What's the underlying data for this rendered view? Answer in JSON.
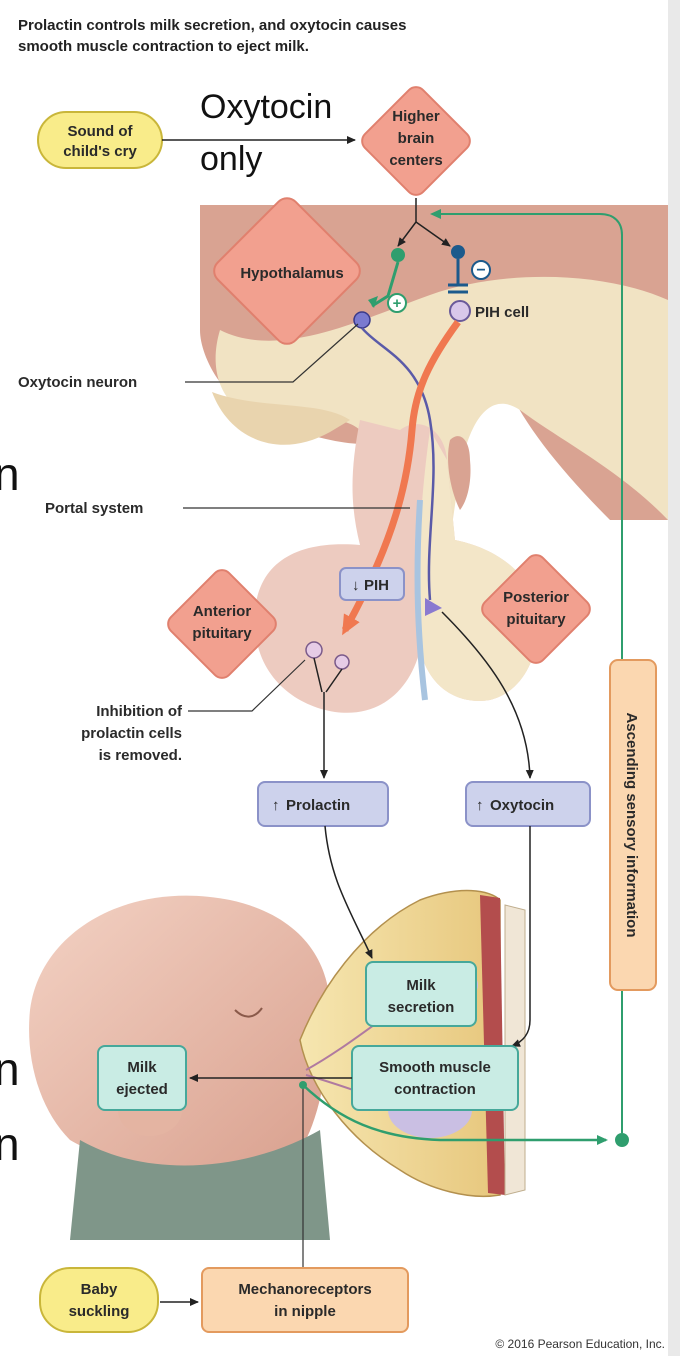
{
  "header": {
    "line1": "Prolactin controls milk secretion, and oxytocin causes",
    "line2": "smooth muscle contraction to eject milk."
  },
  "annotation": {
    "line1": "Oxytocin",
    "line2": "only"
  },
  "cut_glyphs": {
    "g1": "n",
    "g2": "n",
    "g3": "n"
  },
  "nodes": {
    "sound_cry": [
      "Sound of",
      "child's cry"
    ],
    "higher_brain": [
      "Higher",
      "brain",
      "centers"
    ],
    "hypothalamus": "Hypothalamus",
    "pih_cell": "PIH cell",
    "anterior_pituitary": [
      "Anterior",
      "pituitary"
    ],
    "posterior_pituitary": [
      "Posterior",
      "pituitary"
    ],
    "pih_down": "PIH",
    "prolactin_up": "Prolactin",
    "oxytocin_up": "Oxytocin",
    "milk_secretion": [
      "Milk",
      "secretion"
    ],
    "smooth_muscle": [
      "Smooth muscle",
      "contraction"
    ],
    "milk_ejected": [
      "Milk",
      "ejected"
    ],
    "baby_suckling": [
      "Baby",
      "suckling"
    ],
    "mechanoreceptors": [
      "Mechanoreceptors",
      "in nipple"
    ],
    "ascending": "Ascending sensory information"
  },
  "callouts": {
    "oxytocin_neuron": "Oxytocin neuron",
    "portal_system": "Portal system",
    "inhibition": [
      "Inhibition of",
      "prolactin cells",
      "is removed."
    ]
  },
  "signs": {
    "plus": "+",
    "minus": "−"
  },
  "copyright": "© 2016 Pearson Education, Inc.",
  "colors": {
    "diamond": "#f2a08f",
    "yellow": "#f9ec8a",
    "lavender": "#cdd2ec",
    "teal": "#c9ece4",
    "peach": "#fbd7b0",
    "green": "#2f9e6e",
    "orange_arrow": "#f07850",
    "neuron_blue": "#5a5aa8"
  }
}
